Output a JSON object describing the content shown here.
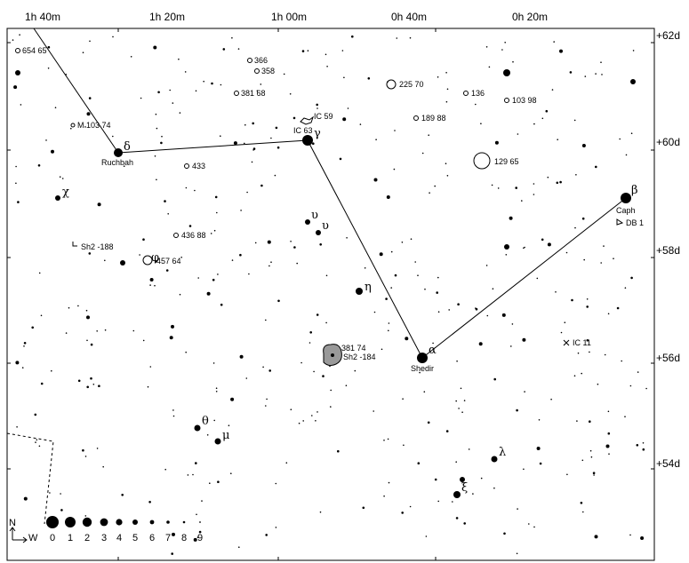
{
  "axes": {
    "ra_labels": [
      "1h 40m",
      "1h 20m",
      "1h 00m",
      "0h 40m",
      "0h 20m"
    ],
    "dec_labels": [
      "+62d",
      "+60d",
      "+58d",
      "+56d",
      "+54d"
    ]
  },
  "constellation": {
    "stars": [
      {
        "name": "Ruchbah",
        "greek": "δ",
        "mag": 2.7
      },
      {
        "name": "",
        "greek": "γ",
        "mag": 2.2
      },
      {
        "name": "Shedir",
        "greek": "α",
        "mag": 2.2
      },
      {
        "name": "Caph",
        "greek": "β",
        "mag": 2.3
      }
    ],
    "other_greek": [
      "χ",
      "υ",
      "υ",
      "η",
      "θ",
      "μ",
      "λ",
      "ξ",
      "φ"
    ]
  },
  "deep_sky": [
    "654 65",
    "366",
    "358",
    "381 68",
    "225 70",
    "136",
    "103 98",
    "IC 59",
    "IC 63",
    "M 103 74",
    "189 88",
    "433",
    "129 65",
    "436 88",
    "Sh2 -188",
    "457 64",
    "381 74",
    "Sh2 -184",
    "IC 11",
    "DB 1"
  ],
  "legend": {
    "north": "N",
    "west": "W",
    "magnitudes": [
      "0",
      "1",
      "2",
      "3",
      "4",
      "5",
      "6",
      "7",
      "8",
      "9"
    ]
  }
}
